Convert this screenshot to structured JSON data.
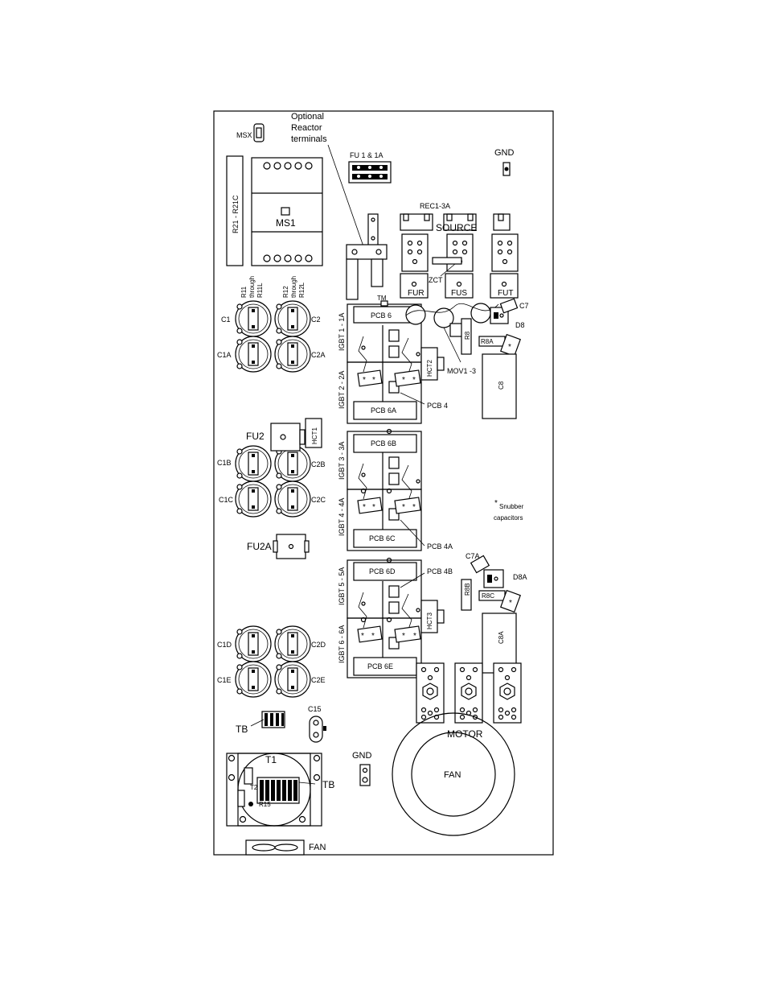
{
  "labels": {
    "msx": "MSX",
    "optional_reactor": [
      "Optional",
      "Reactor",
      "terminals"
    ],
    "fu1": "FU 1 & 1A",
    "gnd_top": "GND",
    "r21": "R21 - R21C",
    "ms1": "MS1",
    "rec": "REC1-3A",
    "source": "SOURCE",
    "zct": "ZCT",
    "fur": "FUR",
    "fus": "FUS",
    "fut": "FUT",
    "r11": [
      "R11",
      "through",
      "R11L"
    ],
    "r12": [
      "R12",
      "through",
      "R12L"
    ],
    "tm": "TM",
    "c7": "C7",
    "d8": "D8",
    "r8": "R8",
    "r8a": "R8A",
    "c8": "C8",
    "mov": "MOV1 -3",
    "hct2": "HCT2",
    "pcb6": "PCB 6",
    "pcb4": "PCB 4",
    "pcb6a": "PCB 6A",
    "pcb6b": "PCB 6B",
    "pcb6c": "PCB 6C",
    "pcb4a": "PCB 4A",
    "pcb6d": "PCB 6D",
    "pcb4b": "PCB 4B",
    "pcb6e": "PCB 6E",
    "igbt1": "IGBT 1 - 1A",
    "igbt2": "IGBT 2 - 2A",
    "igbt3": "IGBT 3 - 3A",
    "igbt4": "IGBT 4 - 4A",
    "igbt5": "IGBT 5 - 5A",
    "igbt6": "IGBT 6 - 6A",
    "c1": "C1",
    "c2": "C2",
    "c1a": "C1A",
    "c2a": "C2A",
    "fu2": "FU2",
    "hct1": "HCT1",
    "c1b": "C1B",
    "c2b": "C2B",
    "c1c": "C1C",
    "c2c": "C2C",
    "fu2a": "FU2A",
    "snubber_star": "*",
    "snubber": "Snubber",
    "capacitors": "capacitors",
    "c7a": "C7A",
    "d8a": "D8A",
    "r8b": "R8B",
    "r8c": "R8C",
    "c8a": "C8A",
    "hct3": "HCT3",
    "c1d": "C1D",
    "c2d": "C2D",
    "c1e": "C1E",
    "c2e": "C2E",
    "motor": "MOTOR",
    "fan_big": "FAN",
    "tb1": "TB",
    "c15": "C15",
    "gnd_bottom": "GND",
    "t1": "T1",
    "t2": "T2",
    "r15": "R15",
    "tb2": "TB",
    "fan_bottom": "FAN",
    "star": "*"
  }
}
